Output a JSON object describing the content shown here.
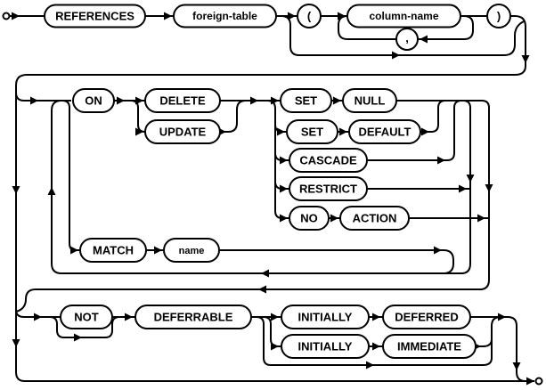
{
  "diagram": {
    "type": "railroad-syntax-diagram",
    "colors": {
      "line": "#000000",
      "background": "#ffffff",
      "text": "#000000"
    },
    "labels": {
      "references": "REFERENCES",
      "foreign_table": "foreign-table",
      "open_paren": "(",
      "column_name": "column-name",
      "close_paren": ")",
      "comma": ",",
      "on": "ON",
      "delete": "DELETE",
      "update": "UPDATE",
      "set_a": "SET",
      "null_kw": "NULL",
      "set_b": "SET",
      "default_kw": "DEFAULT",
      "cascade": "CASCADE",
      "restrict": "RESTRICT",
      "no": "NO",
      "action": "ACTION",
      "match": "MATCH",
      "name": "name",
      "not": "NOT",
      "deferrable": "DEFERRABLE",
      "initially_1": "INITIALLY",
      "deferred": "DEFERRED",
      "initially_2": "INITIALLY",
      "immediate": "IMMEDIATE"
    }
  }
}
